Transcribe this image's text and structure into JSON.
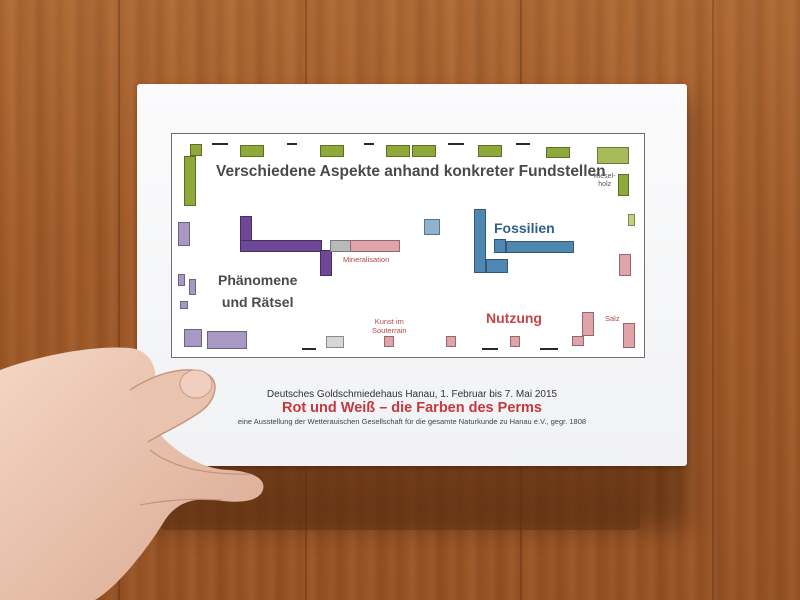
{
  "floor_plan": {
    "heading": "Verschiedene Aspekte anhand konkreter Fundstellen",
    "section_fossils": "Fossilien",
    "section_phenomena_line1": "Phänomene",
    "section_phenomena_line2": "und Rätsel",
    "section_use": "Nutzung",
    "label_mineralisation": "Mineralisation",
    "label_art_line1": "Kunst im",
    "label_art_line2": "Souterrain",
    "label_salt": "Salz",
    "label_kieselholz_line1": "Kiesel-",
    "label_kieselholz_line2": "holz"
  },
  "caption": {
    "venue_dates": "Deutsches Goldschmiedehaus Hanau, 1. Februar bis 7. Mai 2015",
    "exhibition_title": "Rot und Weiß – die Farben des Perms",
    "organizer": "eine Ausstellung der Wetterauischen Gesellschaft für die gesamte Naturkunde zu Hanau e.V., gegr. 1808"
  },
  "colors": {
    "wood": "#a45c2a",
    "olive": "#8fa83a",
    "purple": "#6e4796",
    "pink": "#e0a3a8",
    "blue": "#4f87b3",
    "title_red": "#c4393f"
  },
  "objects": [
    "wooden-table",
    "printed-sheet",
    "hand"
  ]
}
